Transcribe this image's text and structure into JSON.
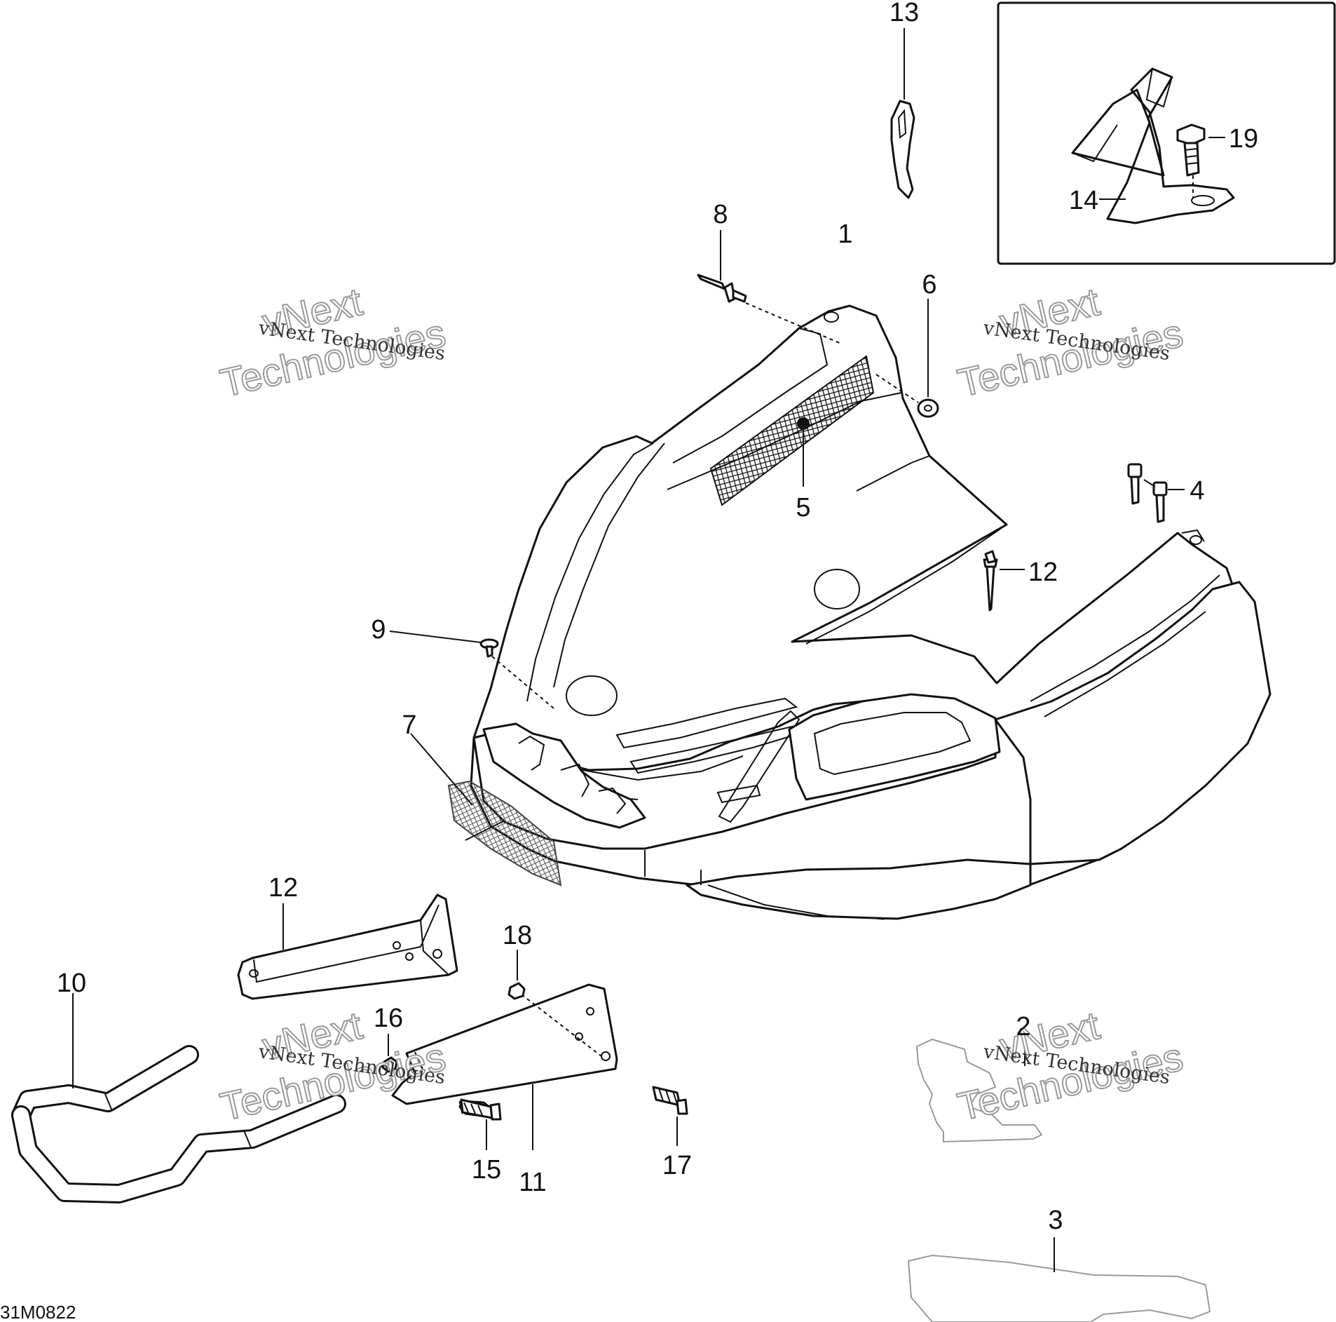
{
  "diagram_code": "31M0822",
  "watermark": {
    "line1": "vNext Technologies",
    "word_a": "vNext",
    "word_b": "Technologies"
  },
  "callouts": {
    "c1": "1",
    "c2": "2",
    "c3": "3",
    "c4": "4",
    "c5": "5",
    "c6": "6",
    "c7": "7",
    "c8": "8",
    "c9": "9",
    "c10": "10",
    "c11": "11",
    "c12a": "12",
    "c12b": "12",
    "c13": "13",
    "c14": "14",
    "c15": "15",
    "c16": "16",
    "c17": "17",
    "c18": "18",
    "c19": "19"
  }
}
